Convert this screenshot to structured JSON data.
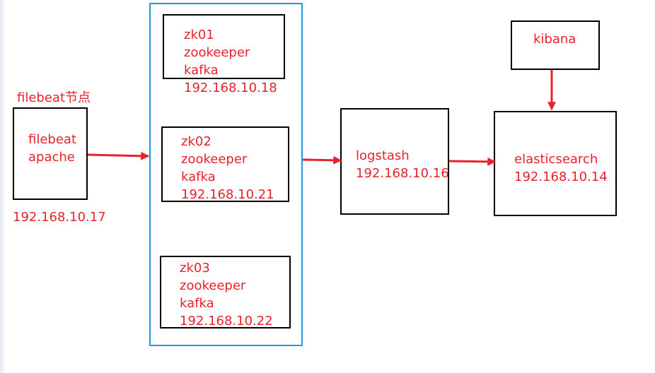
{
  "source": {
    "caption": "filebeat节点",
    "lines": [
      "filebeat",
      "apache"
    ],
    "ip": "192.168.10.17"
  },
  "nodes": [
    {
      "lines": [
        "zk01",
        "zookeeper",
        "kafka"
      ],
      "ip": "192.168.10.18"
    },
    {
      "lines": [
        "zk02",
        "zookeeper",
        "kafka"
      ],
      "ip": "192.168.10.21"
    },
    {
      "lines": [
        "zk03",
        "zookeeper",
        "kafka"
      ],
      "ip": "192.168.10.22"
    }
  ],
  "logstash": {
    "name": "logstash",
    "ip": "192.168.10.16"
  },
  "elasticsearch": {
    "name": "elasticsearch",
    "ip": "192.168.10.14"
  },
  "kibana": {
    "name": "kibana"
  },
  "colors": {
    "text": "#e8222a",
    "arrow": "#e8222a",
    "cluster_border": "#1a9ce0",
    "box_border": "#000000"
  }
}
